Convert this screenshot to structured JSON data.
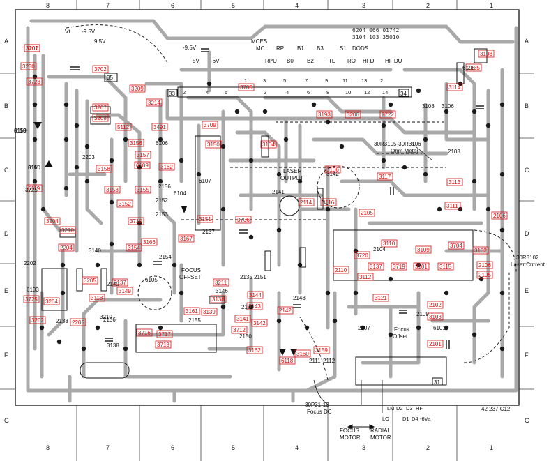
{
  "board": {
    "header_line1": "6204 066 01742",
    "header_line2": "3104 103 35010",
    "part_number": "42 237 C12"
  },
  "grid": {
    "columns": [
      "8",
      "7",
      "6",
      "5",
      "4",
      "3",
      "2",
      "1"
    ],
    "rows": [
      "A",
      "B",
      "C",
      "D",
      "E",
      "F",
      "G"
    ]
  },
  "connector_labels": {
    "vt": "Vt",
    "neg95_a": "-9.5V",
    "neg95_b": "-9.5V",
    "c95v": "9.5V",
    "p5v": "5V",
    "n6v": "-6V",
    "mces": "MCES",
    "mc": "MC",
    "rp": "RP",
    "b1": "B1",
    "b3": "B3",
    "s1": "S1",
    "dods": "DODS",
    "rpu": "RPU",
    "b0": "B0",
    "b2": "B2",
    "tl": "TL",
    "ro": "RO",
    "hfd": "HFD",
    "hfdu": "HF DU"
  },
  "connector_pins": [
    "2",
    "4",
    "6",
    "2",
    "4",
    "6",
    "8",
    "10",
    "12",
    "14"
  ],
  "connector_pins_b": [
    "1",
    "3",
    "5",
    "7",
    "9",
    "11",
    "13",
    "2"
  ],
  "blocks": [
    "33",
    "34",
    "35",
    "31"
  ],
  "refs_red": [
    "3201",
    "3230",
    "3723",
    "3702",
    "3209",
    "3207",
    "3208",
    "3214",
    "3491",
    "5112",
    "3156",
    "3157",
    "3158",
    "6109",
    "3153",
    "3152",
    "3155",
    "3162",
    "3210",
    "3710",
    "3166",
    "3154",
    "3167",
    "3151",
    "3709",
    "3150",
    "3705",
    "3104",
    "3193",
    "3206",
    "3722",
    "3114",
    "3106",
    "3117",
    "3113",
    "3111",
    "2105",
    "3116",
    "2114",
    "3706",
    "2106",
    "3110",
    "3109",
    "3704",
    "3102",
    "2106",
    "2105",
    "3720",
    "3137",
    "3719",
    "3101",
    "3115",
    "3112",
    "2110",
    "3121",
    "2102",
    "3103",
    "2101",
    "3118",
    "3204",
    "3202",
    "2205",
    "2137",
    "3149",
    "3716",
    "3717",
    "3713",
    "3161",
    "3139",
    "3138",
    "3141",
    "3712",
    "3144",
    "2142",
    "3143",
    "3142",
    "3162",
    "3159",
    "3160",
    "6118",
    "6119",
    "3725",
    "3204",
    "2204",
    "3205",
    "3211",
    "2135",
    "3108",
    "3107"
  ],
  "annotations": {
    "laser_output_1": "LASER",
    "laser_output_2": "OUTPUT",
    "ohm_meter_1": "30R3105-30R3106",
    "ohm_meter_2": "Ohm Meter",
    "laser_current_1": "30R3102",
    "laser_current_2": "Laser Current",
    "focus_offset_1": "FOCUS",
    "focus_offset_2": "OFFSET",
    "focus_offset_small_1": "Focus",
    "focus_offset_small_2": "Offset",
    "focus_dc_1": "30P31-13",
    "focus_dc_2": "Focus DC",
    "focus_motor_1": "FOCUS",
    "focus_motor_2": "MOTOR",
    "radial_motor_1": "RADIAL",
    "radial_motor_2": "MOTOR",
    "motor_pins": [
      "LM",
      "D2",
      "D3",
      "HF",
      "LO",
      "D1",
      "D4",
      "-6Va"
    ]
  },
  "components_black": [
    "6110",
    "6111",
    "2203",
    "3725",
    "6103",
    "2202",
    "3140",
    "3210",
    "3138",
    "2138",
    "2140",
    "2137",
    "6106",
    "2156",
    "2152",
    "2153",
    "2154",
    "2155",
    "6104",
    "6107",
    "6105",
    "3146",
    "2135",
    "2151",
    "2150",
    "2159",
    "2143",
    "2141",
    "3142",
    "6108",
    "3106",
    "3108",
    "2103",
    "2104",
    "2109",
    "2107",
    "6101",
    "2136",
    "2111",
    "2112",
    "3159",
    "3160"
  ],
  "colors": {
    "copper_trace": "#a9a9a9",
    "silkscreen_ref": "#d01010",
    "outline": "#111111",
    "board_fill": "#ffffff"
  }
}
